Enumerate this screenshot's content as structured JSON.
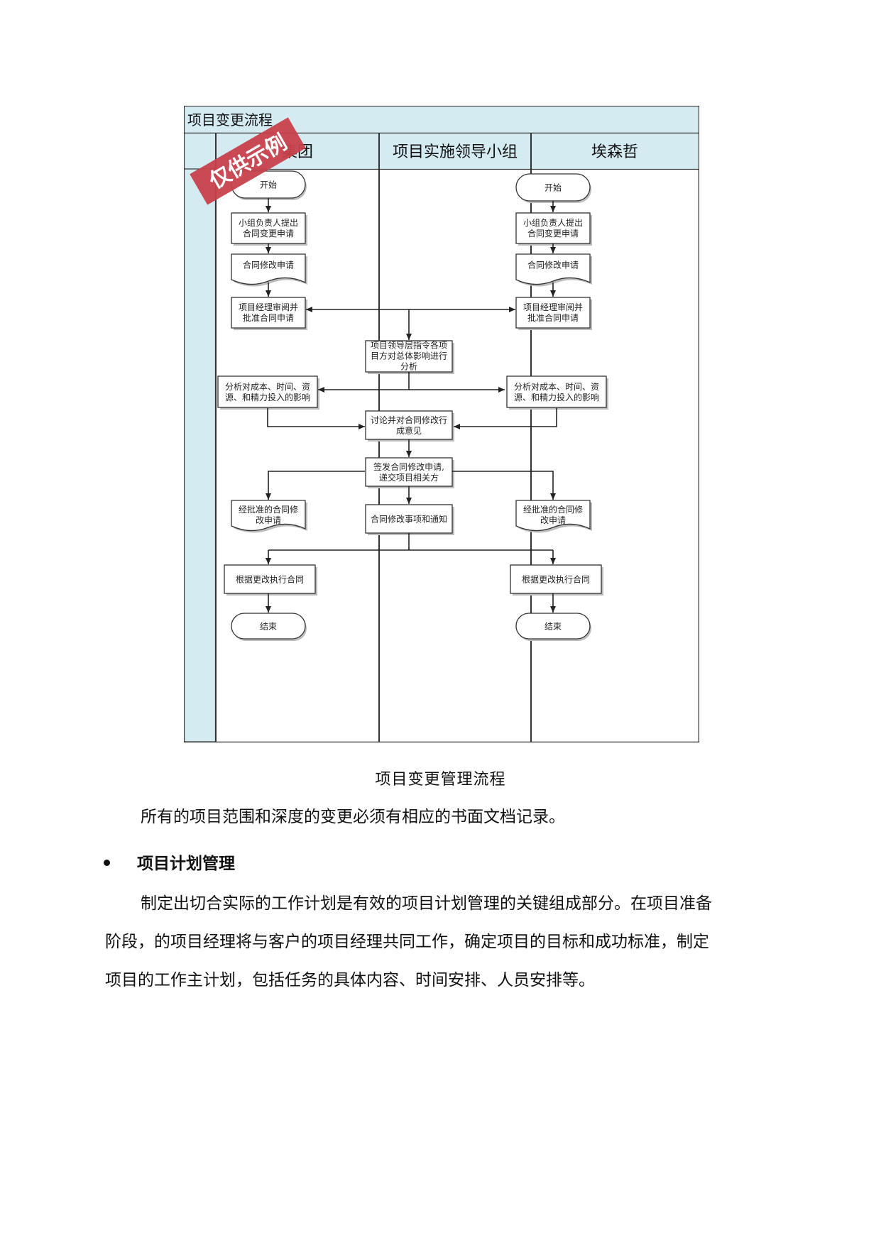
{
  "flowchart": {
    "title": "项目变更流程",
    "lanes": [
      "集团",
      "项目实施领导小组",
      "埃森哲"
    ],
    "watermark": "仅供示例",
    "left": {
      "start": "开始",
      "request": [
        "小组负责人提出",
        "合同变更申请"
      ],
      "modify": "合同修改申请",
      "review": [
        "项目经理审阅并",
        "批准合同申请"
      ],
      "analyze": [
        "分析对成本、时间、资",
        "源、和精力投入的影响"
      ],
      "approved": [
        "经批准的合同修",
        "改申请"
      ],
      "execute": "根据更改执行合同",
      "end": "结束"
    },
    "middle": {
      "leader": [
        "项目领导层指令各项",
        "目方对总体影响进行",
        "分析"
      ],
      "discuss": [
        "讨论并对合同修改行",
        "成意见"
      ],
      "issue": [
        "签发合同修改申请,",
        "递交项目相关方"
      ],
      "notify": "合同修改事项和通知"
    },
    "right": {
      "start": "开始",
      "request": [
        "小组负责人提出",
        "合同变更申请"
      ],
      "modify": "合同修改申请",
      "review": [
        "项目经理审阅并",
        "批准合同申请"
      ],
      "analyze": [
        "分析对成本、时间、资",
        "源、和精力投入的影响"
      ],
      "approved": [
        "经批准的合同修",
        "改申请"
      ],
      "execute": "根据更改执行合同",
      "end": "结束"
    },
    "colors": {
      "header_fill": "#d4ebf2",
      "border": "#333333",
      "watermark": "#c8414b"
    }
  },
  "caption": "项目变更管理流程",
  "paragraph1": "所有的项目范围和深度的变更必须有相应的书面文档记录。",
  "section": {
    "title": "项目计划管理"
  },
  "body": [
    "制定出切合实际的工作计划是有效的项目计划管理的关键组成部分。在项目准备",
    "阶段，的项目经理将与客户的项目经理共同工作，确定项目的目标和成功标准，制定",
    "项目的工作主计划，包括任务的具体内容、时间安排、人员安排等。"
  ]
}
